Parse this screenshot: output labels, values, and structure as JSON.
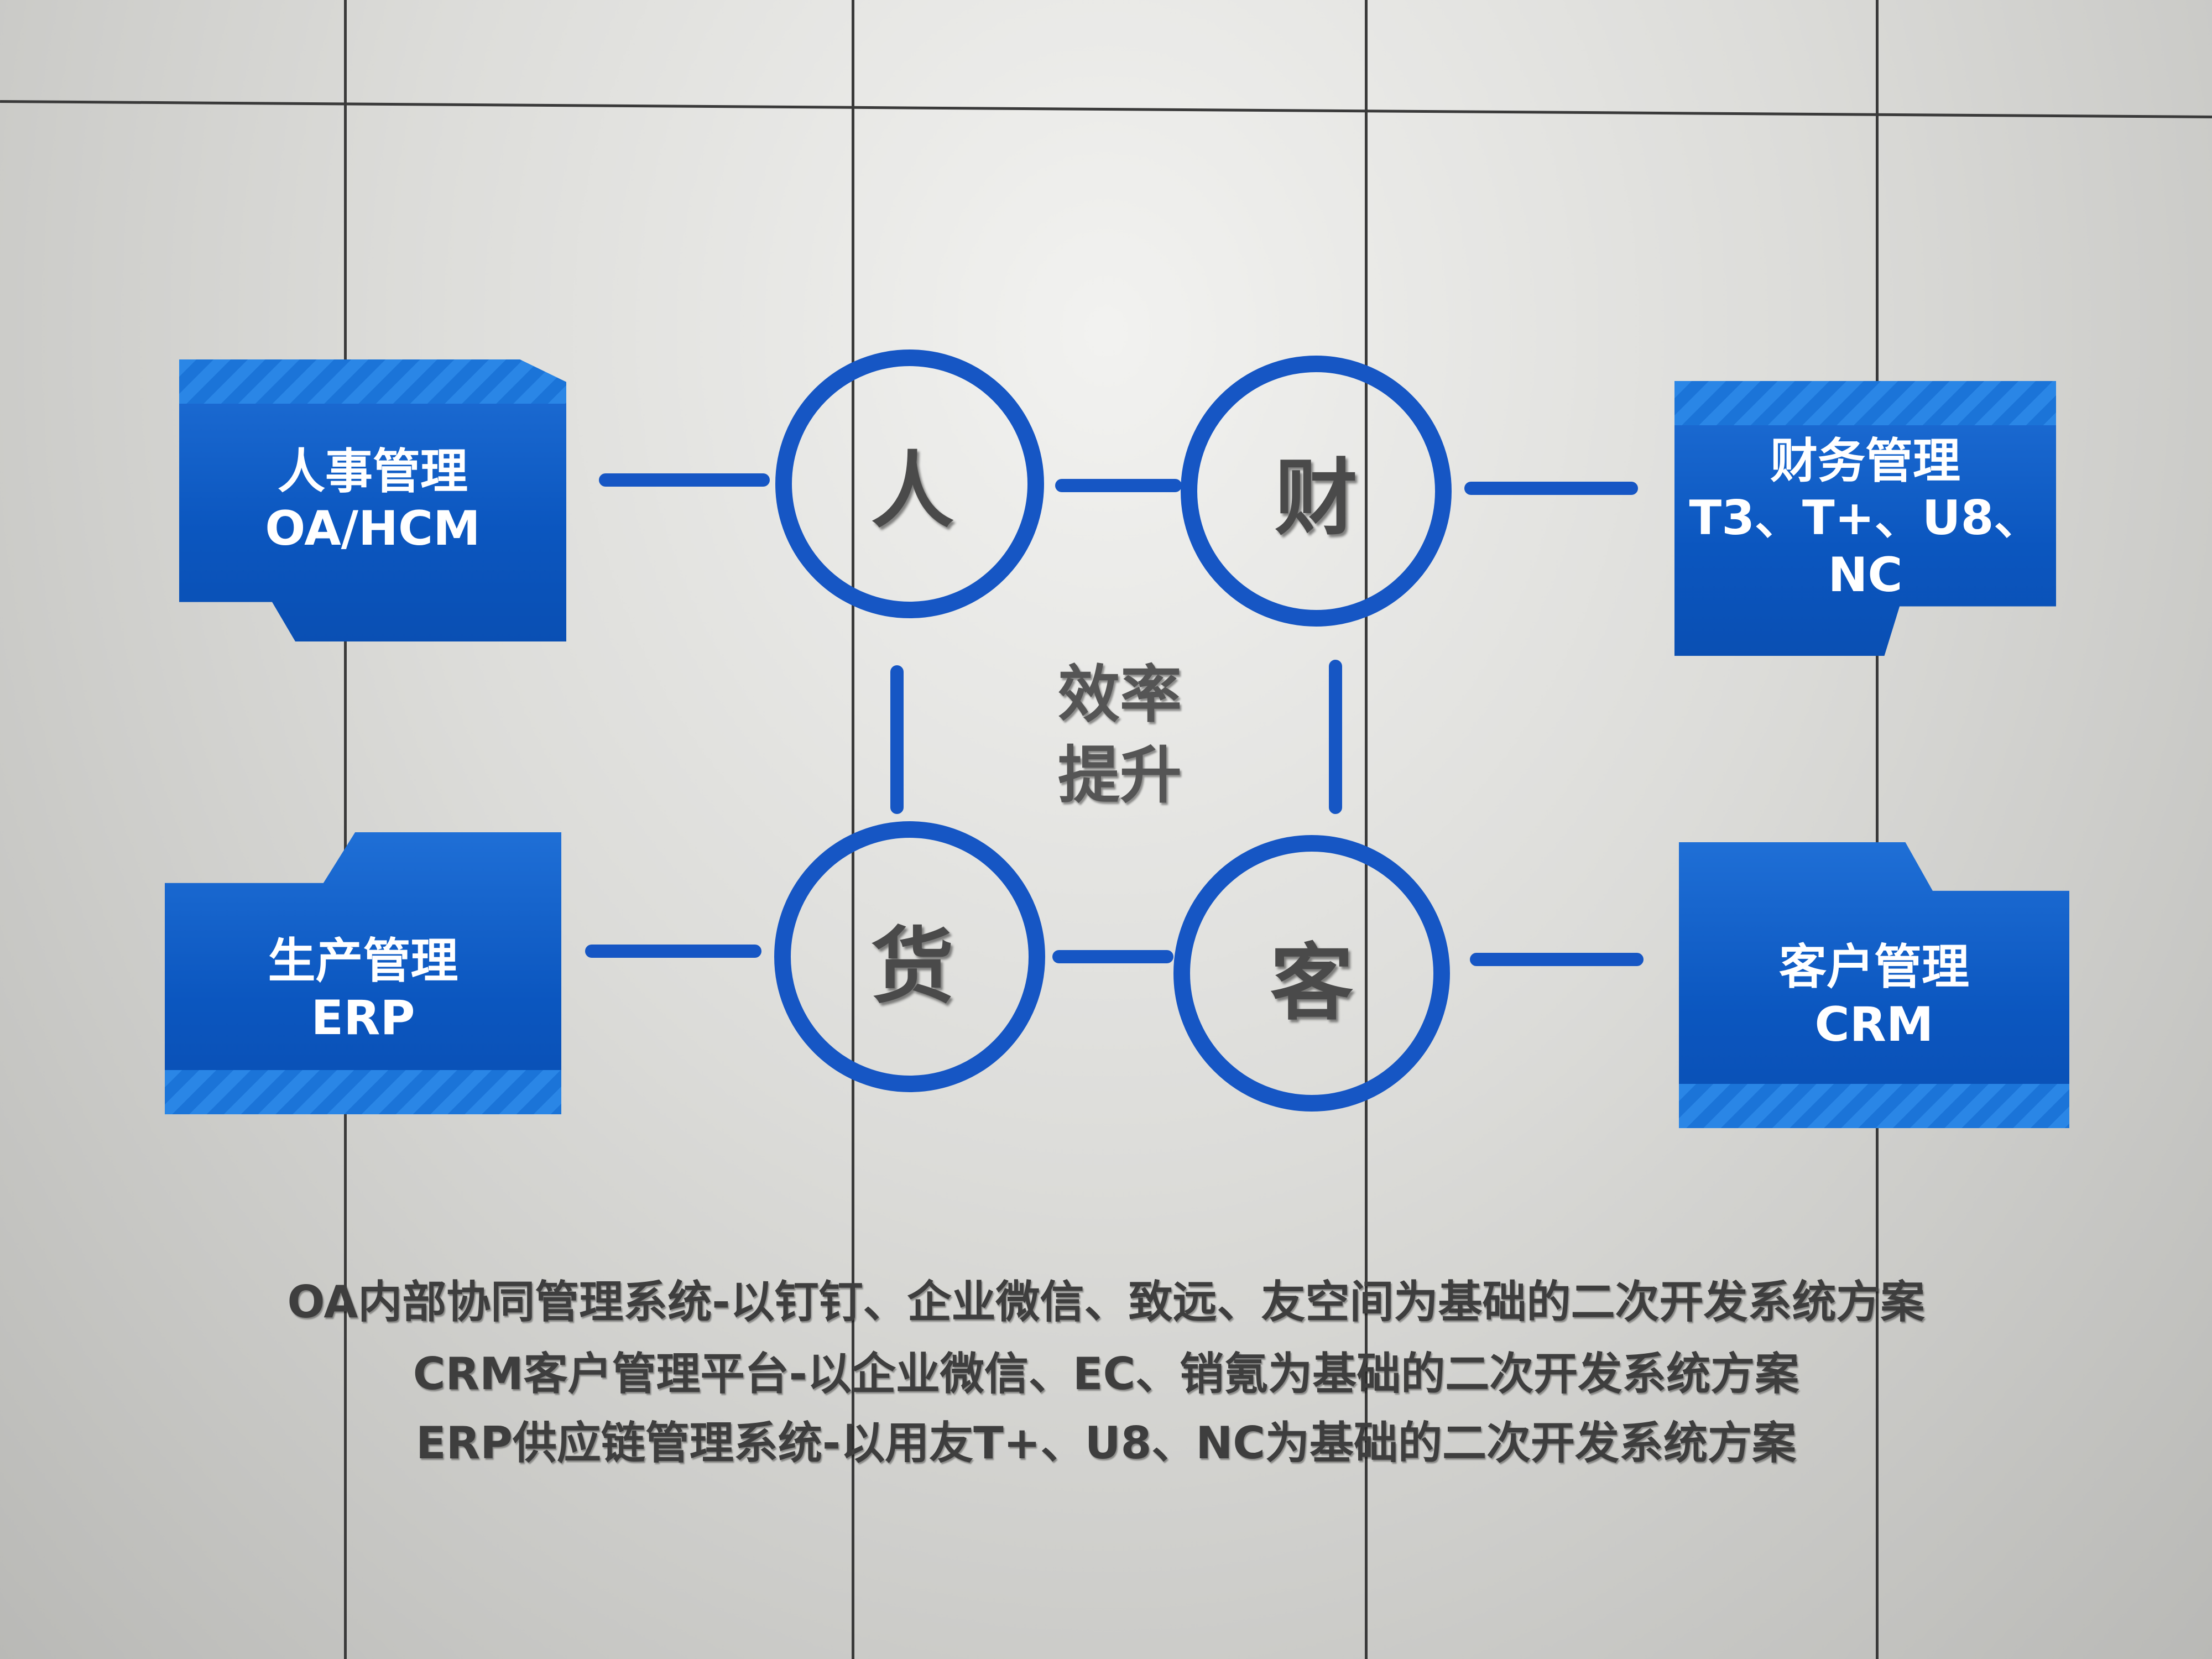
{
  "hub": {
    "line1": "效率",
    "line2": "提升"
  },
  "nodes": [
    {
      "label": "人"
    },
    {
      "label": "财"
    },
    {
      "label": "货"
    },
    {
      "label": "客"
    }
  ],
  "panels": [
    {
      "title": "人事管理",
      "subtitle": "OA/HCM"
    },
    {
      "title": "财务管理",
      "subtitle": "T3、T+、U8、NC"
    },
    {
      "title": "生产管理",
      "subtitle": "ERP"
    },
    {
      "title": "客户管理",
      "subtitle": "CRM"
    }
  ],
  "descriptions": [
    "OA内部协同管理系统-以钉钉、企业微信、致远、友空间为基础的二次开发系统方案",
    "CRM客户管理平台-以企业微信、EC、销氪为基础的二次开发系统方案",
    "ERP供应链管理系统-以用友T+、U8、NC为基础的二次开发系统方案"
  ],
  "colors": {
    "brand_blue": "#0b56bf",
    "ring_blue": "#1656c4",
    "text_gray": "#3e3e3e"
  }
}
